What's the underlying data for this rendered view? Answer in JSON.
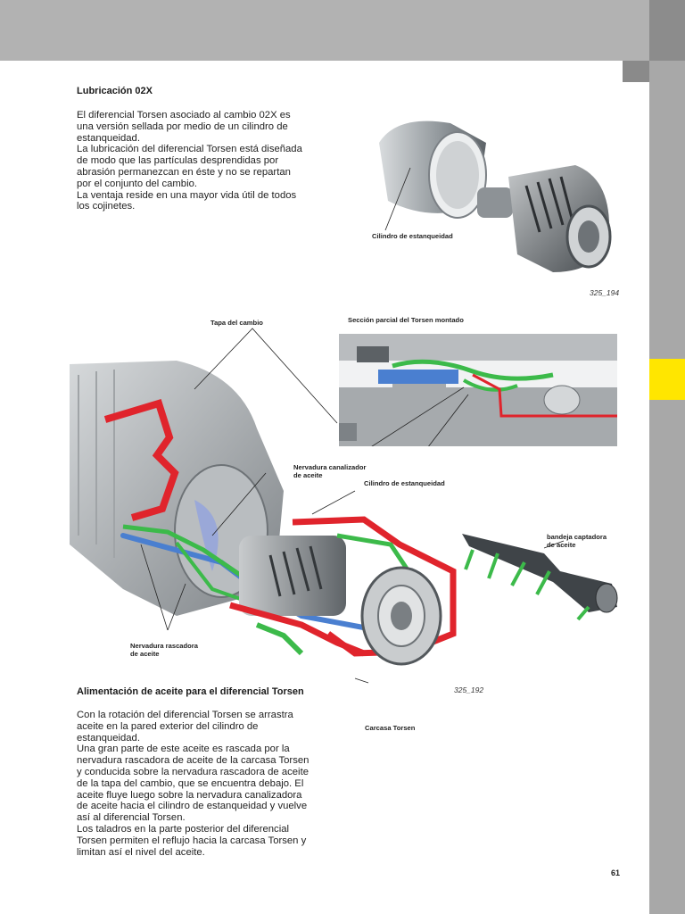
{
  "section1": {
    "title": "Lubricación 02X",
    "body": "El diferencial Torsen asociado al cambio 02X es\nuna versión sellada por medio de un cilindro de\nestanqueidad.\nLa lubricación del diferencial Torsen está diseñada\nde modo que las partículas desprendidas por\nabrasión permanezcan en éste y no se repartan\npor el conjunto del cambio.\nLa ventaja reside en una mayor vida útil de todos\nlos cojinetes."
  },
  "figure1": {
    "label_cylinder": "Cilindro de estanqueidad",
    "number": "325_194"
  },
  "figure2": {
    "label_tapa": "Tapa del cambio",
    "label_section": "Sección parcial del Torsen montado",
    "label_nervadura_canal": "Nervadura canalizador\nde aceite",
    "label_cylinder": "Cilindro de estanqueidad",
    "label_bandeja": "bandeja captadora\nde aceite",
    "label_rascadora": "Nervadura rascadora\nde aceite",
    "label_carcasa": "Carcasa Torsen",
    "number": "325_192"
  },
  "section2": {
    "title": "Alimentación de aceite para el diferencial Torsen",
    "body": "Con la rotación del diferencial Torsen se arrastra\naceite en la pared exterior del cilindro de\nestanqueidad.\nUna gran parte de este aceite es rascada por la\nnervadura rascadora de aceite de la carcasa Torsen\ny conducida sobre la nervadura rascadora de aceite\nde la tapa del cambio, que se encuentra debajo. El\naceite fluye luego sobre la nervadura canalizadora\nde aceite hacia el cilindro de estanqueidad y vuelve\nasí al diferencial Torsen.\nLos taladros en la parte posterior del diferencial\nTorsen permiten el reflujo hacia la carcasa Torsen y\nlimitan así el nivel del aceite."
  },
  "page": {
    "number": "61"
  },
  "colors": {
    "accent_yellow": "#ffe600",
    "seal_red": "#e0242c",
    "oil_green": "#3cba4a",
    "oil_blue": "#4a7fd0"
  }
}
